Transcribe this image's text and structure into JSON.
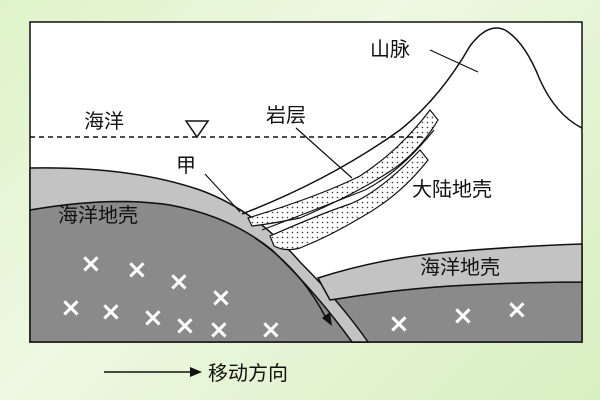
{
  "labels": {
    "mountain": "山脉",
    "ocean": "海洋",
    "rock_layer": "岩层",
    "jia": "甲",
    "continental_crust": "大陆地壳",
    "oceanic_crust_left": "海洋地壳",
    "oceanic_crust_right": "海洋地壳",
    "direction": "移动方向"
  },
  "symbols": {
    "mantle_marker": "×",
    "water_level": "water-level-triangle"
  },
  "colors": {
    "crust_light": "#c3c3c3",
    "mantle_dark": "#8a8a8a",
    "paper": "#ffffff",
    "ink": "#111111"
  }
}
